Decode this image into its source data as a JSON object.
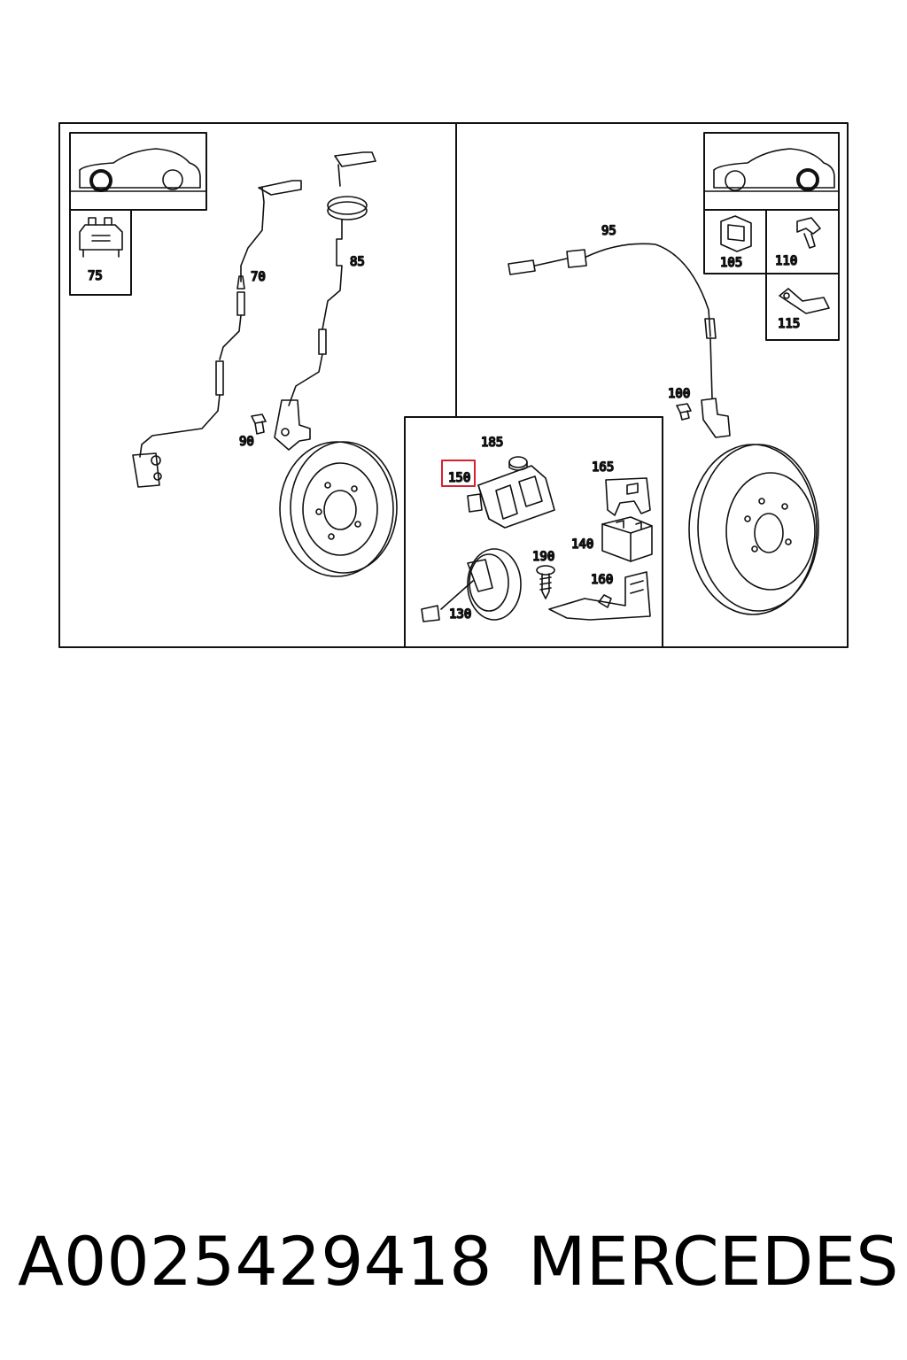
{
  "diagram": {
    "highlight_color": "#d8202e",
    "selected_callout": "150",
    "front_panel": {
      "inset_callouts": [
        "75"
      ],
      "callouts": [
        "70",
        "85",
        "90"
      ]
    },
    "rear_panel": {
      "inset_callouts": [
        "105",
        "110",
        "115"
      ],
      "callouts": [
        "95",
        "100"
      ]
    },
    "detail_panel": {
      "callouts": [
        "185",
        "150",
        "165",
        "140",
        "190",
        "160",
        "130"
      ]
    }
  },
  "caption": {
    "part_number": "A0025429418",
    "brand": "MERCEDES"
  }
}
